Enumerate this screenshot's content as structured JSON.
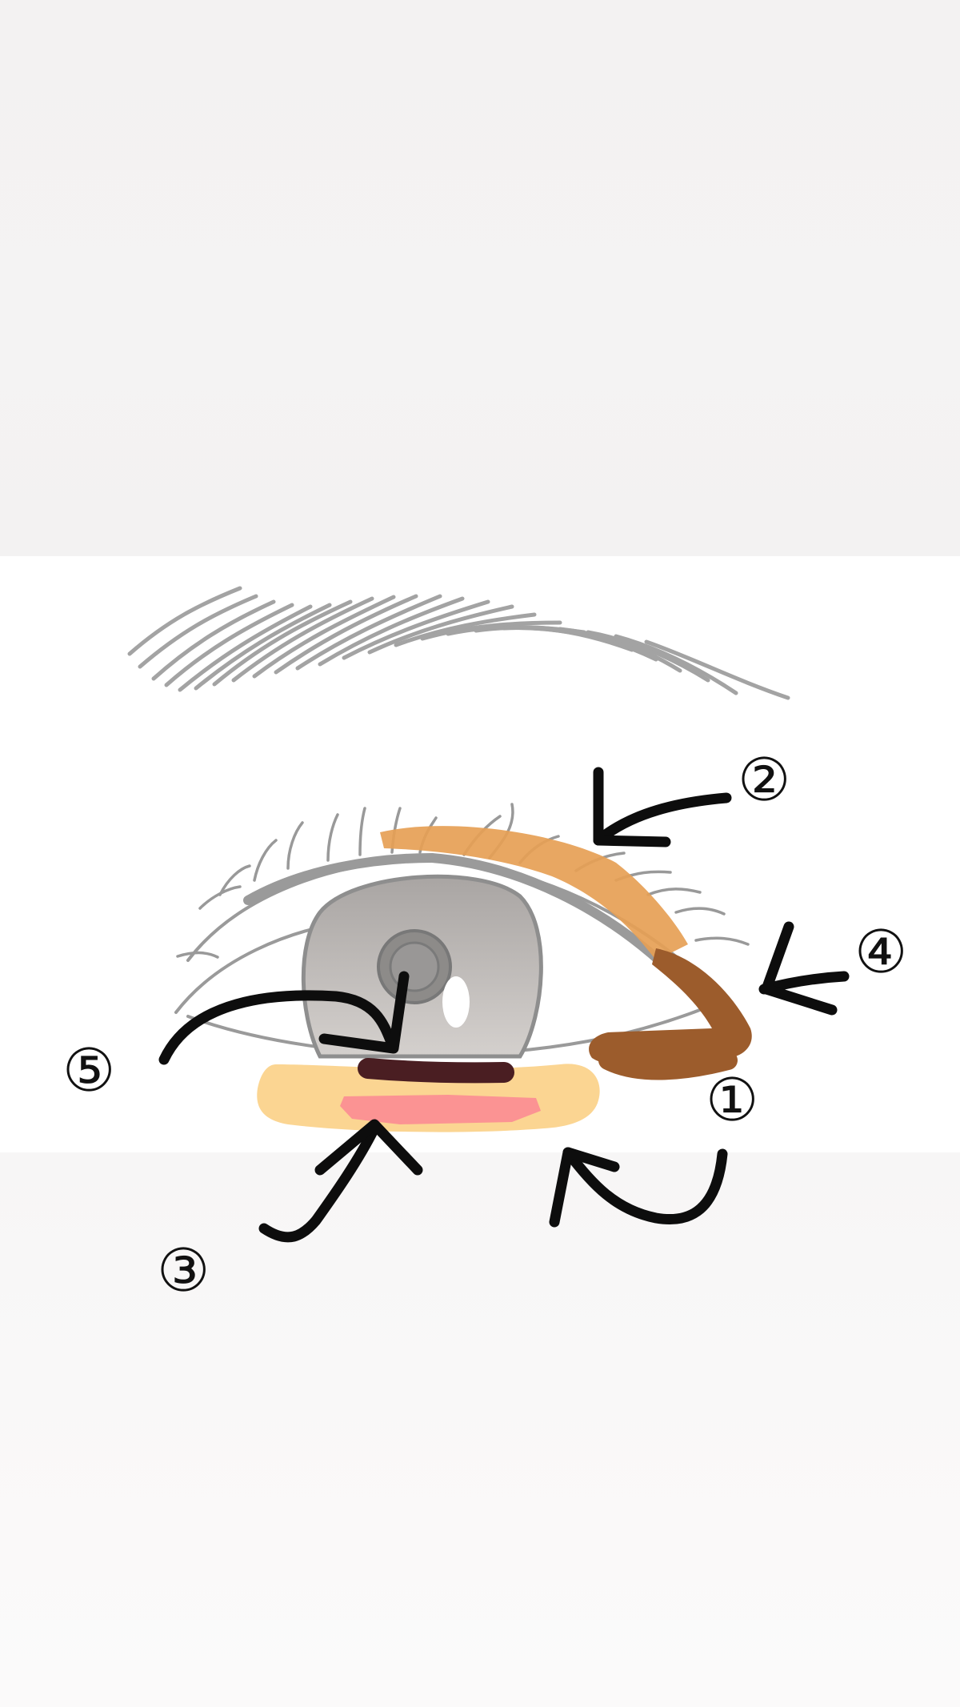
{
  "labels": {
    "n1": "①",
    "n2": "②",
    "n3": "③",
    "n4": "④",
    "n5": "⑤"
  },
  "colors": {
    "upper_lid_shadow": "#e6a055",
    "outer_corner_shadow": "#9c5c2c",
    "under_eye_base": "#fbd592",
    "under_eye_pink": "#fb9393",
    "lash_line": "#4a1e22",
    "sketch_line": "#9a9a9a",
    "iris": "#c7c3c0",
    "arrow": "#0d0d0d"
  },
  "icons": [
    "eyebrow-sketch",
    "eye-sketch",
    "arrow"
  ]
}
